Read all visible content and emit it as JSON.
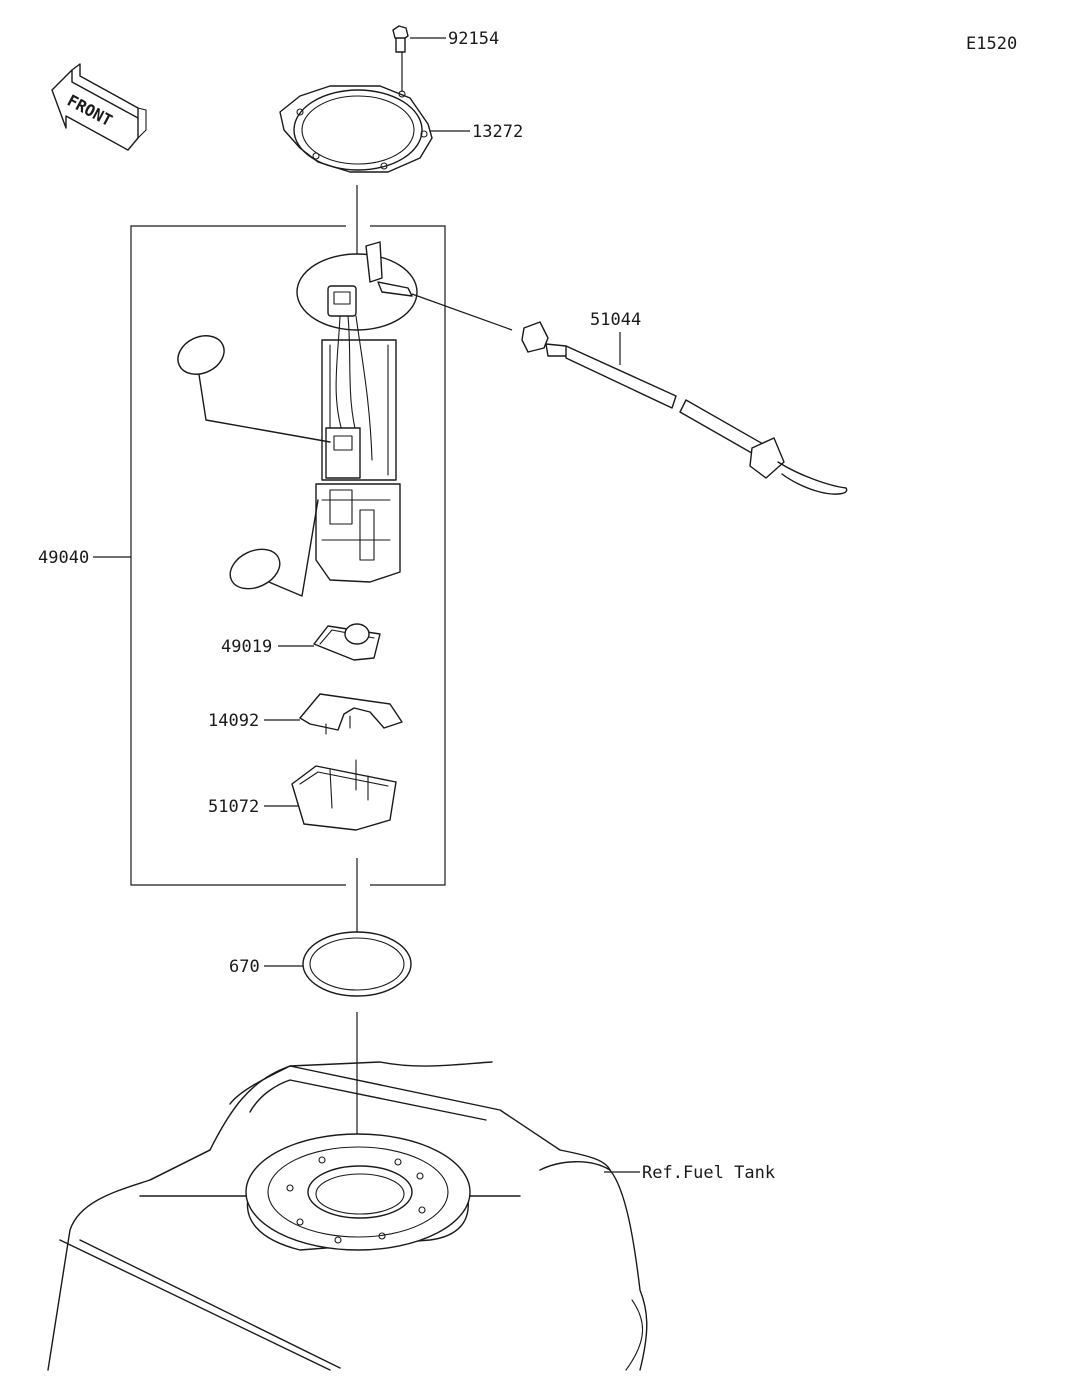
{
  "diagram_code": "E1520",
  "front_label": "FRONT",
  "parts": {
    "bolt": "92154",
    "gasket_plate": "13272",
    "fuel_pump_assy": "49040",
    "fuel_hose": "51044",
    "filter": "49019",
    "bracket": "14092",
    "cup": "51072",
    "o_ring": "670"
  },
  "reference": "Ref.Fuel Tank"
}
